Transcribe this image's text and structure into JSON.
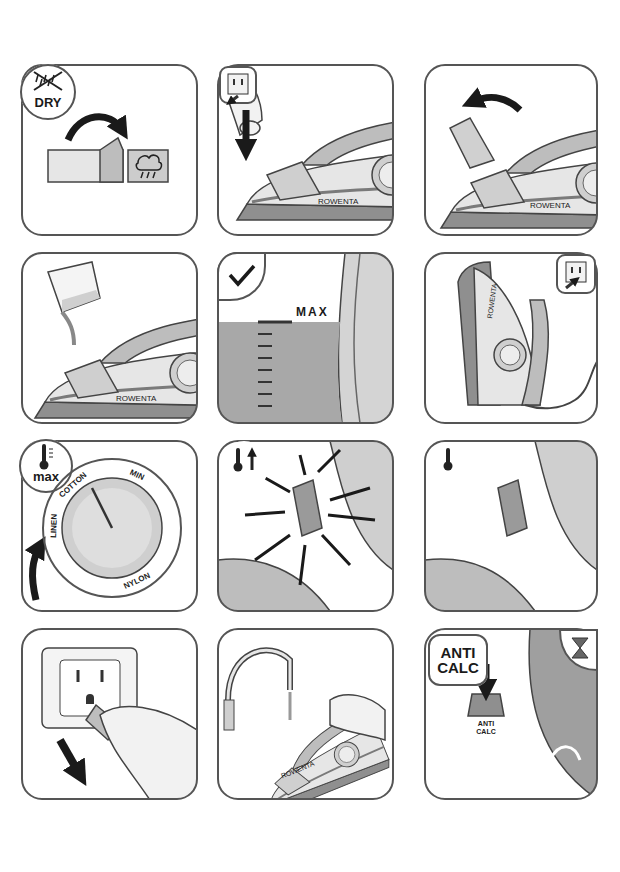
{
  "diagram": {
    "nodes": [
      {
        "text": [
          "DRY"
        ]
      },
      {
        "text": [
          "max"
        ]
      },
      {
        "text": [
          "MIN",
          "COTTON",
          "LINEN",
          "NYLON"
        ]
      },
      {
        "text": [
          "ANTI CALC"
        ]
      }
    ],
    "labels": [
      "MAX",
      "ROWENTA",
      "ROWENTA",
      "ROWENTA",
      "ROWENTA",
      "ROWENTA",
      "ANTI CALC"
    ]
  }
}
